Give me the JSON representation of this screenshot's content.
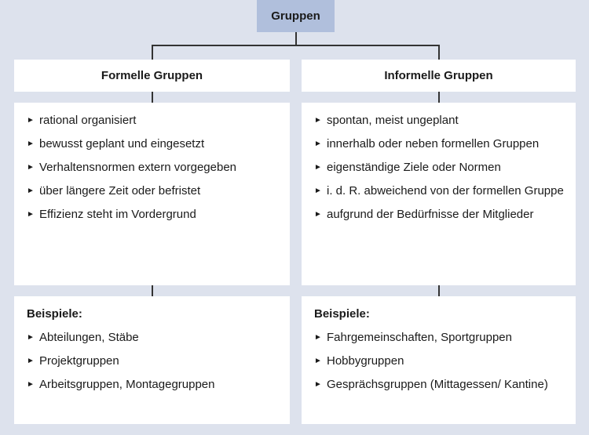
{
  "root": {
    "label": "Gruppen"
  },
  "left": {
    "title": "Formelle Gruppen",
    "properties": [
      "rational organisiert",
      "bewusst geplant und eingesetzt",
      "Verhaltensnormen extern vorgegeben",
      "über längere Zeit oder befristet",
      "Effizienz steht im Vordergrund"
    ],
    "examples_title": "Beispiele:",
    "examples": [
      "Abteilungen, Stäbe",
      "Projektgruppen",
      "Arbeitsgruppen, Montagegruppen"
    ]
  },
  "right": {
    "title": "Informelle Gruppen",
    "properties": [
      "spontan, meist ungeplant",
      "innerhalb oder neben formellen Gruppen",
      "eigenständige Ziele oder Normen",
      "i. d. R. abweichend von der formellen Gruppe",
      "aufgrund der Bedürfnisse der Mitglieder"
    ],
    "examples_title": "Beispiele:",
    "examples": [
      "Fahrgemeinschaften, Sportgruppen",
      "Hobbygruppen",
      "Gesprächsgruppen (Mittagessen/ Kantine)"
    ]
  },
  "bullet_glyph": "►"
}
